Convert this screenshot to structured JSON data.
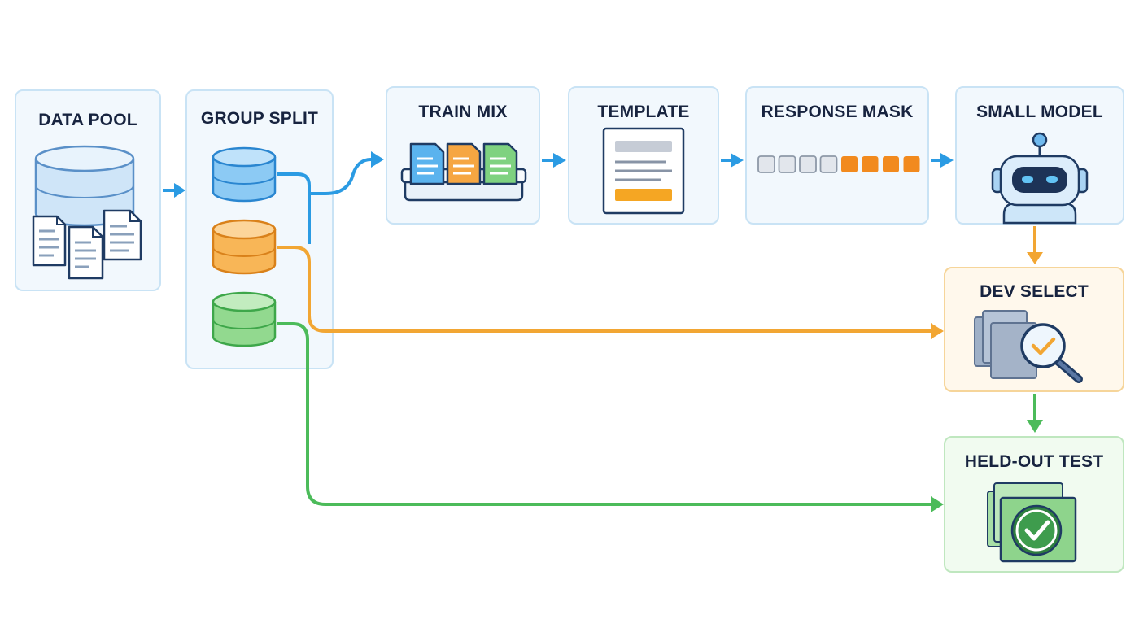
{
  "stages": {
    "data_pool": "DATA POOL",
    "group_split": "GROUP SPLIT",
    "train_mix": "TRAIN MIX",
    "template": "TEMPLATE",
    "response_mask": "RESPONSE MASK",
    "small_model": "SMALL MODEL",
    "dev_select": "DEV SELECT",
    "held_out_test": "HELD-OUT TEST"
  },
  "colors": {
    "blue": "#2b9be3",
    "orange": "#f2a633",
    "green": "#4cbb5a",
    "navy": "#1f3b63",
    "mask_gray": "#e2e6ec",
    "mask_orange": "#f28a1e"
  },
  "response_mask": {
    "masked_tokens": 4,
    "response_tokens": 4
  },
  "icons": [
    "database-icon",
    "document-icon",
    "tray-icon",
    "template-icon",
    "robot-icon",
    "magnifier-check-icon",
    "check-badge-icon",
    "arrow-icon"
  ]
}
